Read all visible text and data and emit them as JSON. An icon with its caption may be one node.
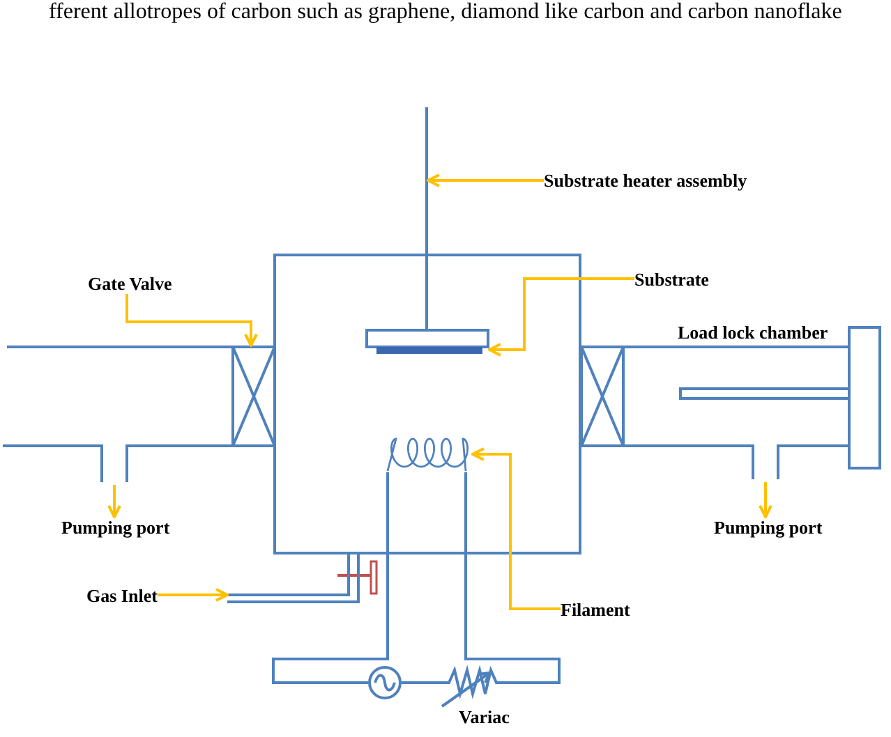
{
  "diagram": {
    "nodes": [
      {
        "text": [
          "Substrate heater assembly"
        ]
      },
      {
        "text": [],
        "shape": "rod"
      },
      {
        "text": [
          "Gate Valve"
        ]
      },
      {
        "text": [],
        "shape": "box"
      },
      {
        "text": [
          "Substrate"
        ]
      },
      {
        "text": [],
        "shape": "bar"
      },
      {
        "text": [],
        "shape": "box"
      },
      {
        "text": [
          "Load lock chamber"
        ]
      },
      {
        "text": [],
        "shape": "coil"
      },
      {
        "text": [],
        "shape": "pipe"
      },
      {
        "text": [
          "Pumping port"
        ]
      },
      {
        "text": [
          "Pumping port"
        ]
      },
      {
        "text": [
          "Gas Inlet"
        ]
      },
      {
        "text": [],
        "shape": "pipe"
      },
      {
        "text": [
          "Filament"
        ]
      },
      {
        "text": [],
        "shape": "circle"
      },
      {
        "text": [],
        "shape": "resistor",
        "beside": [
          "Variac"
        ]
      }
    ],
    "edges": [
      {
        "from": 0,
        "to": 1,
        "arrow": "to"
      },
      {
        "from": 2,
        "to": 3,
        "arrow": "to"
      },
      {
        "from": 4,
        "to": 5,
        "arrow": "to"
      },
      {
        "from": 9,
        "to": 10,
        "arrow": "to"
      },
      {
        "from": 7,
        "to": 11,
        "arrow": "to"
      },
      {
        "from": 12,
        "to": 13,
        "arrow": "to"
      },
      {
        "from": 14,
        "to": 8,
        "arrow": "to"
      },
      {
        "from": 8,
        "to": 15,
        "arrow": "none",
        "color": "#4f81bd"
      },
      {
        "from": 15,
        "to": 16,
        "arrow": "none",
        "color": "#4f81bd"
      },
      {
        "from": 16,
        "to": 8,
        "arrow": "none",
        "color": "#4f81bd"
      }
    ],
    "labels": [
      "fferent allotropes of carbon such as graphene, diamond like carbon and carbon nanoflake"
    ]
  }
}
